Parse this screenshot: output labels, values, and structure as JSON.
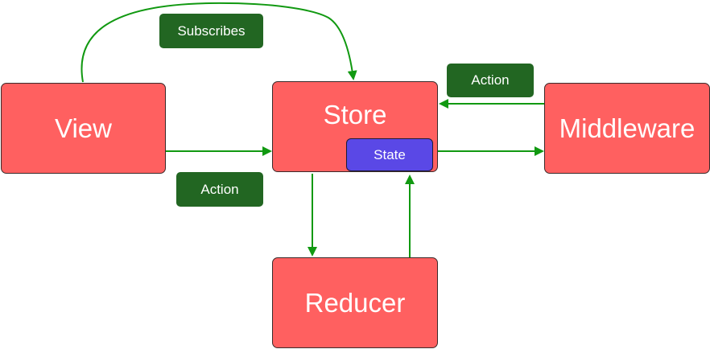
{
  "nodes": {
    "view": "View",
    "store": "Store",
    "state": "State",
    "middleware": "Middleware",
    "reducer": "Reducer"
  },
  "edge_labels": {
    "subscribes": "Subscribes",
    "view_action": "Action",
    "middleware_action": "Action"
  },
  "colors": {
    "node_fill": "#ff6060",
    "state_fill": "#5a48e6",
    "label_fill": "#226622",
    "edge": "#119911"
  }
}
